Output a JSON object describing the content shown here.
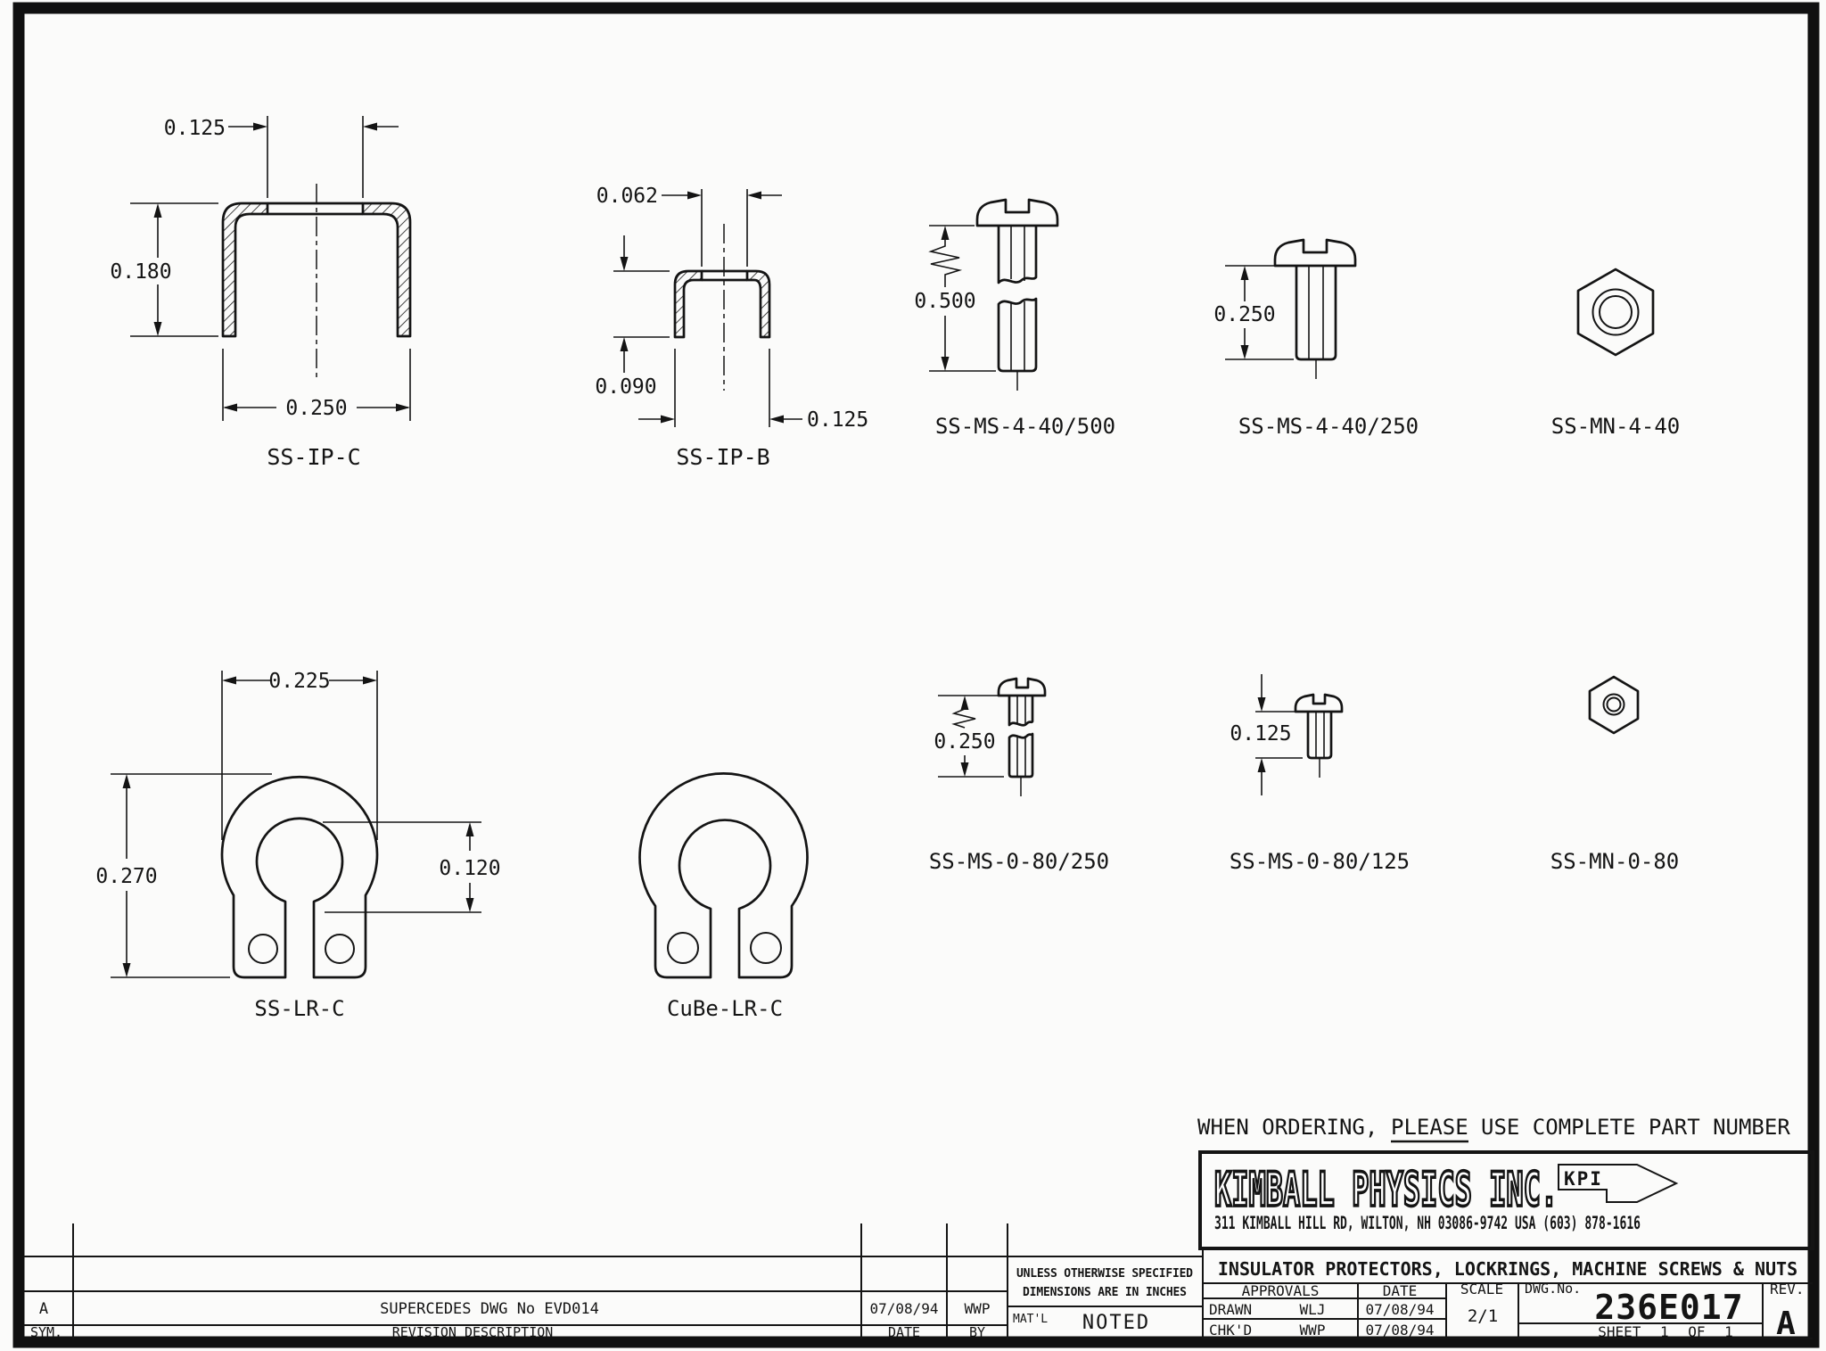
{
  "order_note": {
    "prefix": "WHEN ORDERING,",
    "emphasis": "PLEASE",
    "suffix": "USE COMPLETE PART NUMBER"
  },
  "parts": {
    "ss_ip_c": {
      "label": "SS-IP-C",
      "slot_width": "0.125",
      "height": "0.180",
      "width": "0.250"
    },
    "ss_ip_b": {
      "label": "SS-IP-B",
      "slot_width": "0.062",
      "height": "0.090",
      "width": "0.125"
    },
    "ss_ms_4_40_500": {
      "label": "SS-MS-4-40/500",
      "length": "0.500"
    },
    "ss_ms_4_40_250": {
      "label": "SS-MS-4-40/250",
      "length": "0.250"
    },
    "ss_mn_4_40": {
      "label": "SS-MN-4-40"
    },
    "ss_lr_c": {
      "label": "SS-LR-C",
      "width": "0.225",
      "height": "0.270",
      "bore": "0.120"
    },
    "cube_lr_c": {
      "label": "CuBe-LR-C"
    },
    "ss_ms_0_80_250": {
      "label": "SS-MS-0-80/250",
      "length": "0.250"
    },
    "ss_ms_0_80_125": {
      "label": "SS-MS-0-80/125",
      "length": "0.125"
    },
    "ss_mn_0_80": {
      "label": "SS-MN-0-80"
    }
  },
  "company": {
    "name": "KIMBALL PHYSICS INC.",
    "logo_text": "KPI",
    "address": "311 KIMBALL HILL RD, WILTON, NH 03086-9742 USA  (603) 878-1616"
  },
  "title_block": {
    "drawing_title": "INSULATOR PROTECTORS, LOCKRINGS, MACHINE SCREWS & NUTS",
    "approvals_label": "APPROVALS",
    "date_label": "DATE",
    "drawn_label": "DRAWN",
    "drawn_by": "WLJ",
    "drawn_date": "07/08/94",
    "checked_label": "CHK'D",
    "checked_by": "WWP",
    "checked_date": "07/08/94",
    "scale_label": "SCALE",
    "scale_value": "2/1",
    "dwg_no_label": "DWG.No.",
    "dwg_no": "236E017",
    "sheet_text": "SHEET 1 OF 1",
    "rev_label": "REV.",
    "rev_value": "A"
  },
  "notes": {
    "unless_line1": "UNLESS OTHERWISE SPECIFIED",
    "unless_line2": "DIMENSIONS ARE IN INCHES",
    "material_label": "MAT'L",
    "material_value": "NOTED"
  },
  "revision_table": {
    "sym_header": "SYM.",
    "description_header": "REVISION DESCRIPTION",
    "date_header": "DATE",
    "by_header": "BY",
    "rows": [
      {
        "sym": "A",
        "description": "SUPERCEDES DWG No EVD014",
        "date": "07/08/94",
        "by": "WWP"
      }
    ]
  }
}
